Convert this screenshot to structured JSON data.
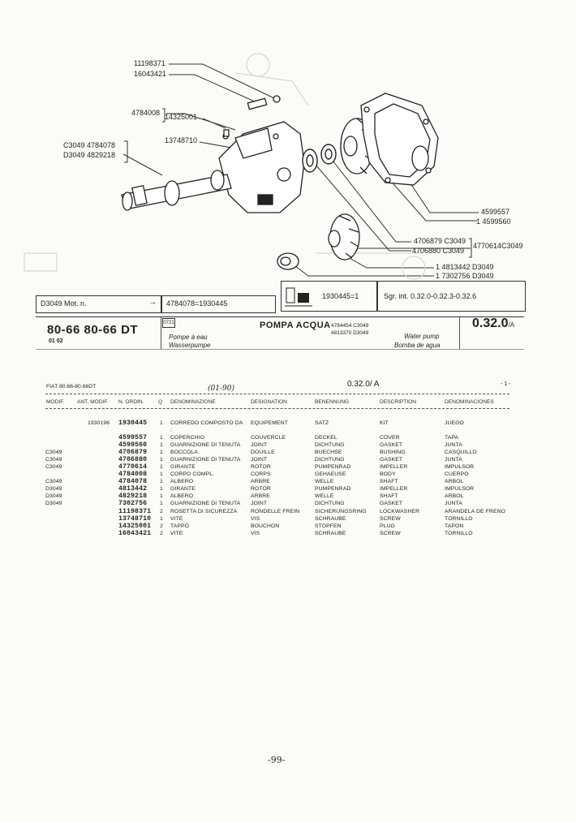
{
  "diagram": {
    "callouts": {
      "c1": "11198371",
      "c2": "16043421",
      "c3a": "4784008",
      "c3b": "14325001",
      "c4": "13748710",
      "c5": "C3049 4784078",
      "c6": "D3049 4829218",
      "c7": "4599557",
      "c8": "1 4599560",
      "c9": "4706879 C3049",
      "c10": "4706880  C3049",
      "c11": "4770614C3049",
      "c12": "1 4813442 D3049",
      "c13": "1 7302756 D3049"
    },
    "note_left": "D3049 Mot. n.",
    "note_mid": "4784078=1930445",
    "kit_label": "1930445=1",
    "sgr_label": "Sgr. int. 0.32.0-0.32.3-0.32.6"
  },
  "header": {
    "model": "80-66 80-66 DT",
    "edition": "01  02",
    "code_box": "0721",
    "title_it": "POMPA ACQUA",
    "code1": "4784454 C3049",
    "code2": "4813370 D3049",
    "title_fr": "Pompe à eau",
    "title_de": "Wasserpumpe",
    "title_en": "Water pump",
    "title_es": "Bomba de agua",
    "group": "0.32.0",
    "group_suffix": "/A"
  },
  "listing": {
    "model_line": "FIAT 80.66-80.66DT",
    "handwritten": "(01-90)",
    "group_ref": "0.32.0/ A",
    "page_ref": "- 1 -",
    "columns": [
      "MODIF.",
      "ANT. MODIF.",
      "N. ORDIN.",
      "Q",
      "DENOMINAZIONE",
      "DESIGNATION",
      "BENENNUNG",
      "DESCRIPTION",
      "DENOMINACIONES"
    ],
    "rows": [
      {
        "mod": "",
        "ant": "1930196",
        "ord": "1930445",
        "q": "1",
        "it": "CORREDO COMPOSTO DA",
        "fr": "EQUIPEMENT",
        "de": "SATZ",
        "en": "KIT",
        "es": "JUEGO"
      },
      {
        "mod": "",
        "ant": "",
        "ord": "",
        "q": "",
        "it": ":",
        "fr": "",
        "de": "",
        "en": "",
        "es": ""
      },
      {
        "mod": "",
        "ant": "",
        "ord": "4599557",
        "q": "1",
        "it": "COPERCHIO",
        "fr": "COUVERCLE",
        "de": "DECKEL",
        "en": "COVER",
        "es": "TAPA"
      },
      {
        "mod": "",
        "ant": "",
        "ord": "4599560",
        "q": "1",
        "it": "GUARNIZIONE DI TENUTA",
        "fr": "JOINT",
        "de": "DICHTUNG",
        "en": "GASKET",
        "es": "JUNTA"
      },
      {
        "mod": "C3049",
        "ant": "",
        "ord": "4706879",
        "q": "1",
        "it": "BOCCOLA",
        "fr": "DOUILLE",
        "de": "BUECHSE",
        "en": "BUSHING",
        "es": "CASQUILLO"
      },
      {
        "mod": "C3049",
        "ant": "",
        "ord": "4706880",
        "q": "1",
        "it": "GUARNIZIONE DI TENUTA",
        "fr": "JOINT",
        "de": "DICHTUNG",
        "en": "GASKET",
        "es": "JUNTA"
      },
      {
        "mod": "C3049",
        "ant": "",
        "ord": "4770614",
        "q": "1",
        "it": "GIRANTE",
        "fr": "ROTOR",
        "de": "PUMPENRAD",
        "en": "IMPELLER",
        "es": "IMPULSOR"
      },
      {
        "mod": "",
        "ant": "",
        "ord": "4784008",
        "q": "1",
        "it": "CORPO COMPL.",
        "fr": "CORPS",
        "de": "GEHAEUSE",
        "en": "BODY",
        "es": "CUERPO"
      },
      {
        "mod": "C3049",
        "ant": "",
        "ord": "4784078",
        "q": "1",
        "it": "ALBERO",
        "fr": "ARBRE",
        "de": "WELLE",
        "en": "SHAFT",
        "es": "ARBOL"
      },
      {
        "mod": "D3049",
        "ant": "",
        "ord": "4813442",
        "q": "1",
        "it": "GIRANTE",
        "fr": "ROTOR",
        "de": "PUMPENRAD",
        "en": "IMPELLER",
        "es": "IMPULSOR"
      },
      {
        "mod": "D3049",
        "ant": "",
        "ord": "4829218",
        "q": "1",
        "it": "ALBERO",
        "fr": "ARBRE",
        "de": "WELLE",
        "en": "SHAFT",
        "es": "ARBOL"
      },
      {
        "mod": "D3049",
        "ant": "",
        "ord": "7302756",
        "q": "1",
        "it": "GUARNIZIONE DI TENUTA",
        "fr": "JOINT",
        "de": "DICHTUNG",
        "en": "GASKET",
        "es": "JUNTA"
      },
      {
        "mod": "",
        "ant": "",
        "ord": "11198371",
        "q": "2",
        "it": "ROSETTA DI SICUREZZA",
        "fr": "RONDELLE FREIN",
        "de": "SICHERUNGSRING",
        "en": "LOCKWASHER",
        "es": "ARANDELA DE FRENO"
      },
      {
        "mod": "",
        "ant": "",
        "ord": "13748710",
        "q": "1",
        "it": "VITE",
        "fr": "VIS",
        "de": "SCHRAUBE",
        "en": "SCREW",
        "es": "TORNILLO"
      },
      {
        "mod": "",
        "ant": "",
        "ord": "14325001",
        "q": "2",
        "it": "TAPPO",
        "fr": "BOUCHON",
        "de": "STOPFEN",
        "en": "PLUG",
        "es": "TAPON"
      },
      {
        "mod": "",
        "ant": "",
        "ord": "16043421",
        "q": "2",
        "it": "VITE",
        "fr": "VIS",
        "de": "SCHRAUBE",
        "en": "SCREW",
        "es": "TORNILLO"
      }
    ]
  },
  "footer": {
    "page_number": "-99-"
  }
}
